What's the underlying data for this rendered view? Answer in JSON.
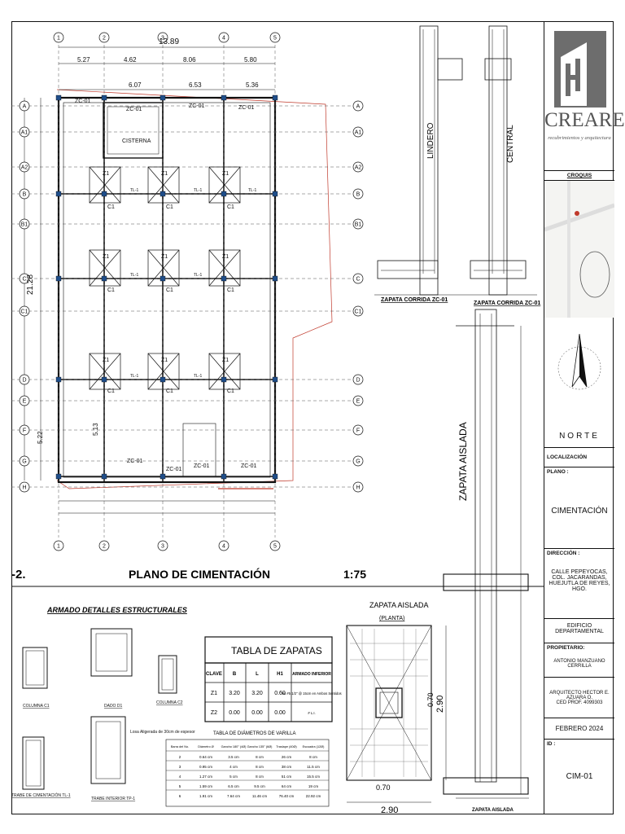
{
  "plan": {
    "sheet_prefix": "-2.",
    "title": "PLANO DE CIMENTACIÓN",
    "scale": "1:75",
    "overall_dim": "13.89",
    "upper_dims": [
      "5.27",
      "4.62",
      "8.06",
      "5.80"
    ],
    "inner_dims": [
      "6.07",
      "6.53",
      "5.36"
    ],
    "height_dim": "21.28",
    "side_dims": [
      "5.13",
      "5.22"
    ],
    "cisterna_label": "CISTERNA",
    "zc_label": "ZC-01",
    "z1_label": "Z1",
    "c1_label": "C1",
    "tl_label": "TL-1",
    "col_axes": [
      "1",
      "2",
      "3",
      "4",
      "5"
    ],
    "row_axes": [
      "A",
      "A1",
      "A2",
      "B",
      "B1",
      "C",
      "C1",
      "D",
      "E",
      "F",
      "G",
      "H"
    ]
  },
  "details": {
    "sections_heading": "ARMADO DETALLES ESTRUCTURALES",
    "zc_title": "ZAPATA CORRIDA ZC-01",
    "zc_title_b": "ZAPATA CORRIDA ZC-01",
    "lindero": "LINDERO",
    "central": "CENTRAL",
    "zapata_aislada_vertical": "ZAPATA AISLADA",
    "zapata_aislada_plan": "ZAPATA AISLADA",
    "zapata_aislada_plan_sub": "(PLANTA)",
    "zapata_aislada_bottom": "ZAPATA AISLADA",
    "dim_290": "2.90",
    "dim_070": "0.70",
    "dim_290b": "2.90",
    "dim_070b": "0.70",
    "columna_c1": "COLUMNA C1",
    "dado_d1": "DADO D1",
    "columna_c2": "COLUMNA C2",
    "trabe_tl1": "TRABE DE CIMENTACIÓN TL-1",
    "trabe_tp1": "TRABE INTERIOR TP-1",
    "losa_note": "Losa Aligerada de 30cm de espesor"
  },
  "tabla_zapatas": {
    "title": "TABLA DE ZAPATAS",
    "headers": [
      "CLAVE",
      "B",
      "L",
      "H1",
      "ARMADO INFERIOR"
    ],
    "rows": [
      [
        "Z1",
        "3.20",
        "3.20",
        "0.60",
        "Vs #5 1/2\" @ 15cm en Ambos Sentidos"
      ],
      [
        "Z2",
        "0.00",
        "0.00",
        "0.00",
        "# L.I."
      ]
    ]
  },
  "tabla_varilla": {
    "title": "TABLA DE DIÁMETROS DE VARILLA",
    "headers": [
      "Barra del No.",
      "Diámetro Ø",
      "Gancho 180° (4Ø)",
      "Gancho 135° (6Ø)",
      "Traslape (40Ø)",
      "Escuadra (12Ø)"
    ],
    "rows": [
      [
        "2",
        "0.64 cm",
        "3.5 cm",
        "8 cm",
        "26 cm",
        "8 cm"
      ],
      [
        "3",
        "0.95 cm",
        "4 cm",
        "8 cm",
        "38 cm",
        "11.5 cm"
      ],
      [
        "4",
        "1.27 cm",
        "5 cm",
        "8 cm",
        "51 cm",
        "15.5 cm"
      ],
      [
        "5",
        "1.59 cm",
        "6.5 cm",
        "9.5 cm",
        "64 cm",
        "19 cm"
      ],
      [
        "6",
        "1.91 cm",
        "7.64 cm",
        "11.46 cm",
        "76.40 cm",
        "22.92 cm"
      ]
    ]
  },
  "title_block": {
    "brand": "CREARE",
    "brand_sub": "recubrimientos y arquitectura",
    "croquis": "CROQUIS",
    "norte": "NORTE",
    "localizacion": "LOCALIZACIÓN",
    "plano_label": "PLANO :",
    "plano_value": "CIMENTACIÓN",
    "direccion_label": "DIRECCIÓN :",
    "direccion_lines": [
      "CALLE PEPEYOCAS,",
      "COL. JACARANDAS,",
      "HUEJUTLA DE REYES, HGO."
    ],
    "proyecto_lines": [
      "EDIFICIO",
      "DEPARTAMENTAL"
    ],
    "propietario_label": "PROPIETARIO:",
    "propietario_value": "ANTONIO MANZUANO CERRILLA",
    "arquitecto_lines": [
      "ARQUITECTO HECTOR E. AZUARA O.",
      "CED PROF. 4099303"
    ],
    "fecha": "FEBRERO 2024",
    "id_label": "ID :",
    "id_value": "CIM-01"
  },
  "colors": {
    "line": "#111111",
    "red": "#c0392b",
    "gray": "#777777",
    "logo": "#6d6d6d"
  }
}
